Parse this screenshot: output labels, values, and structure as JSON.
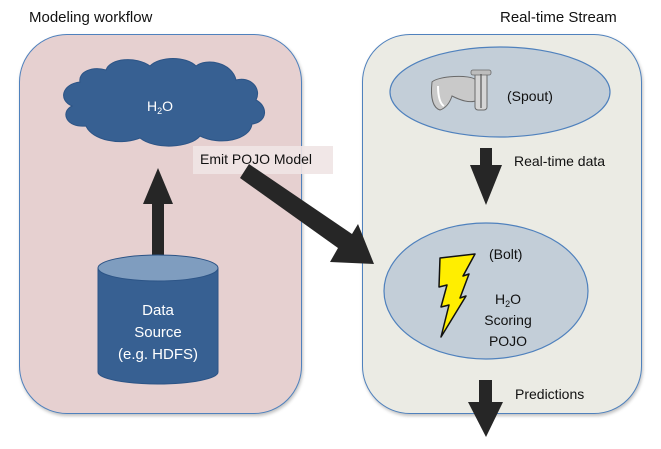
{
  "left_panel": {
    "title": "Modeling workflow",
    "cloud": {
      "label_main": "H",
      "label_sub": "2",
      "label_end": "O",
      "icon": "cloud-icon"
    },
    "database": {
      "line1": "Data",
      "line2": "Source",
      "line3": "(e.g. HDFS)",
      "icon": "database-cylinder-icon"
    }
  },
  "right_panel": {
    "title": "Real-time Stream",
    "spout": {
      "label": "(Spout)",
      "icon": "faucet-icon"
    },
    "arrow_label": "Real-time data",
    "bolt": {
      "label": "(Bolt)",
      "h2o_main": "H",
      "h2o_sub": "2",
      "h2o_end": "O",
      "line2": "Scoring",
      "line3": "POJO",
      "icon": "lightning-bolt-icon"
    },
    "output_label": "Predictions"
  },
  "connector": {
    "label": "Emit POJO Model"
  },
  "colors": {
    "left_panel_bg": "#e6d0d0",
    "right_panel_bg": "#ebebe4",
    "panel_border": "#4f81bd",
    "cloud_fill": "#376092",
    "ellipse_fill": "#c3ced8",
    "arrow_fill": "#262626",
    "bolt_fill": "#ffee00"
  }
}
